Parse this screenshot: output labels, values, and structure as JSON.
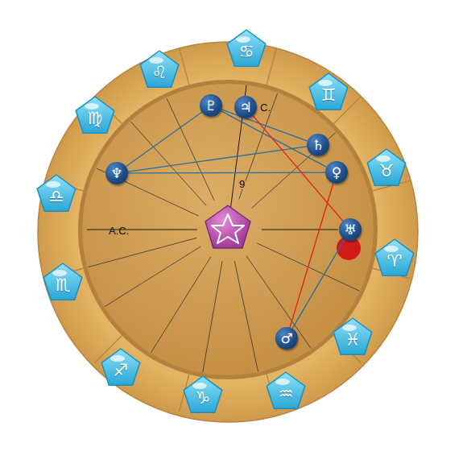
{
  "diagram": {
    "nodes": [
      {
        "text": [
          "♇"
        ]
      },
      {
        "text": [
          "♃"
        ]
      },
      {
        "text": [
          "♄"
        ]
      },
      {
        "text": [
          "♀"
        ]
      },
      {
        "text": [
          "♆"
        ]
      },
      {
        "text": [
          "♅"
        ]
      },
      {
        "text": [
          "♂"
        ]
      }
    ],
    "edges": [
      {
        "from": 0,
        "to": 2,
        "arrow": "none"
      },
      {
        "from": 0,
        "to": 3,
        "arrow": "none"
      },
      {
        "from": 4,
        "to": 0,
        "arrow": "none"
      },
      {
        "from": 4,
        "to": 2,
        "arrow": "none"
      },
      {
        "from": 4,
        "to": 3,
        "arrow": "none"
      },
      {
        "from": 1,
        "to": 5,
        "arrow": "none"
      },
      {
        "from": 3,
        "to": 6,
        "arrow": "none"
      },
      {
        "from": 5,
        "to": 6,
        "arrow": "none"
      }
    ],
    "labels": [
      "C.",
      "9",
      "A.C.",
      "♋",
      "♊",
      "♉",
      "♈",
      "♓",
      "♒",
      "♑",
      "♐",
      "♏",
      "♎",
      "♍",
      "♌"
    ]
  }
}
